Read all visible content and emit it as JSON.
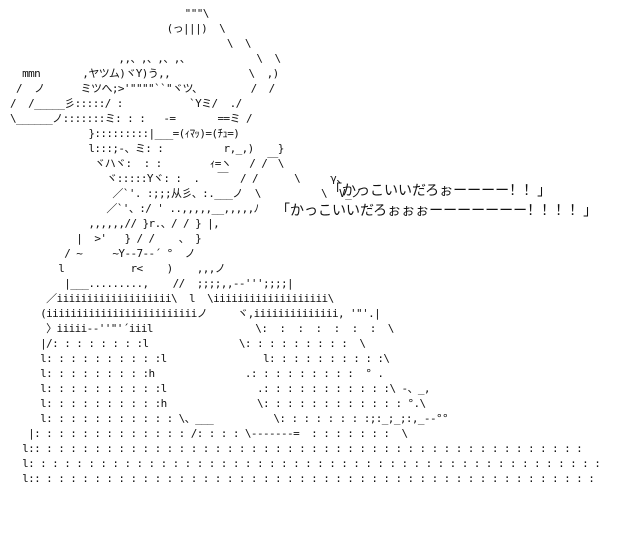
{
  "art": {
    "lines": [
      "                              \"\"\"\\",
      "                           (っ|||)  \\",
      "                                     \\  \\",
      "                   ,,、,、,、,、           \\  \\",
      "   mmn       ,ヤツム)ヾY)う,,             \\  ,)",
      "  /  ノ      ミツへ;>'\"\"\"\"``\"ヾツ、        /  /",
      " /  /_____彡:::::/ :           `Yミ/  ./",
      " \\______ノ:::::::ミ: : :   -=       ==ミ /",
      "              }:::::::::|___=(ｨﾏｯ)=(ﾁｭ=)",
      "              l:::;-、ミ: :          r,_,)    }",
      "               ヾハヾ:  : :        ｨ=ヽ   / /￣\\",
      "                 ヾ:::::Yヾ: :  .   ￣  / /      \\     γ、",
      "                  ／`'. :;;;从彡、:.___ノ  \\          \\  V_ノ",
      "                 ／`'、:/ ' ..,,,,,__,,,,,ﾉ",
      "              ,,,,,,// }r.、/ / } |,",
      "            |  >'   } / /    、 }",
      "          / ~     ~Y--7--´ °  ノ",
      "         l           r<    )    ,,,ノ",
      "          |___.........,    //  ;;;;,,-‐''';;;;|",
      "       ／iiiiiiiiiiiiiiiiiii\\  l  \\iiiiiiiiiiiiiiiiiii\\",
      "      (iiiiiiiiiiiiiiiiiiiiiiiiiノ     ヾ,iiiiiiiiiiiiii, '\"'.|",
      "       〉iiiii-‐''\"'´iiil                 \\:  :  :  :  :  :  :  \\",
      "      |/: : : : : : : :l               \\: : : : : : : : :  \\",
      "      l: : : : : : : : : :l                l: : : : : : : : : :\\",
      "      l: : : : : : : : :h               .: : : : : : : : :  ° .",
      "      l: : : : : : : : : :l               .: : : : : : : : : : :\\ -、_,",
      "      l: : : : : : : : : :h               \\: : : : : : : : : : : : °.\\",
      "      l: : : : : : : : : : : \\、___          \\: : : : : : : :;:_;_;:,_-‐°°",
      "    |: : : : : : : : : : : : : /: : : : \\-------=  : : : : : : :  \\",
      "   l:: : : : : : : : : : : : : : : : : : : : : : : : : : : : : : : : : : : : : : : : : : : : : :",
      "   l: : : : : : : : : : : : : : : : : : : : : : : : : : : : : : : : : : : : : : : : : : : : : : : :",
      "   l:: : : : : : : : : : : : : : : : : : : : : : : : : : : : : : : : : : : : : : : : : : : : : : :"
    ],
    "quote_1": "「かっこいいだろぉーーーー！！」",
    "quote_2": "「かっこいいだろぉぉぉーーーーーーー！！！！」"
  }
}
